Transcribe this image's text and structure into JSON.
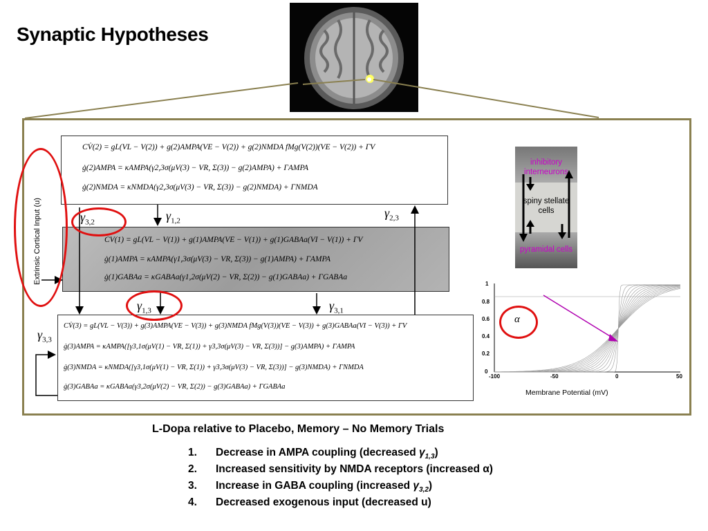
{
  "slide": {
    "title": "Synaptic Hypotheses",
    "input_label": "Extrinsic Cortical Input (u)",
    "populations": {
      "top": "inhibitory interneurons",
      "middle": "spiny stellate cells",
      "bottom": "pyramidal cells"
    },
    "equations": {
      "top": [
        "CV̇(2) = gL(VL − V(2)) + g(2)AMPA(VE − V(2)) + g(2)NMDA fMg(V(2))(VE − V(2)) + ΓV",
        "ġ(2)AMPA = κAMPA(γ2,3σ(μV(3) − VR, Σ(3)) − g(2)AMPA) + ΓAMPA",
        "ġ(2)NMDA = κNMDA(γ2,3σ(μV(3) − VR, Σ(3)) − g(2)NMDA) + ΓNMDA"
      ],
      "middle": [
        "CV(1) = gL(VL − V(1)) + g(1)AMPA(VE − V(1)) + g(1)GABAa(VI − V(1)) + ΓV",
        "ġ(1)AMPA = κAMPA(γ1,3σ(μV(3) − VR, Σ(3)) − g(1)AMPA) + ΓAMPA",
        "ġ(1)GABAa = κGABAa(γ1,2σ(μV(2) − VR, Σ(2)) − g(1)GABAa) + ΓGABAa"
      ],
      "bottom": [
        "CV̇(3) = gL(VL − V(3)) + g(3)AMPA(VE − V(3)) + g(3)NMDA fMg(V(3))(VE − V(3)) + g(3)GABAa(VI − V(3)) + ΓV",
        "ġ(3)AMPA = κAMPA([γ3,1σ(μV(1) − VR, Σ(1)) + γ3,3σ(μV(3) − VR, Σ(3))] − g(3)AMPA) + ΓAMPA",
        "ġ(3)NMDA = κNMDA([γ3,1σ(μV(1) − VR, Σ(1)) + γ3,3σ(μV(3) − VR, Σ(3))] − g(3)NMDA) + ΓNMDA",
        "ġ(3)GABAa = κGABAa(γ3,2σ(μV(2) − VR, Σ(2)) − g(3)GABAa) + ΓGABAa"
      ]
    },
    "couplings": {
      "g32": "3,2",
      "g12": "1,2",
      "g23": "2,3",
      "g13": "1,3",
      "g31": "3,1",
      "g33": "3,3"
    },
    "plot": {
      "xlabel": "Membrane Potential (mV)",
      "xticks": [
        "-100",
        "-50",
        "0",
        "50"
      ],
      "yticks": [
        "0",
        "0.2",
        "0.4",
        "0.6",
        "0.8",
        "1"
      ],
      "alpha_label": "α",
      "xlim": [
        -100,
        50
      ],
      "ylim": [
        0,
        1
      ]
    },
    "results": {
      "heading": "L-Dopa relative to Placebo, Memory – No Memory Trials",
      "items": [
        {
          "num": "1.",
          "text": "Decrease in AMPA coupling (decreased ",
          "sym": "γ",
          "sub": "1,3",
          "tail": ")"
        },
        {
          "num": "2.",
          "text": "Increased sensitivity by NMDA receptors (increased α)",
          "sym": "",
          "sub": "",
          "tail": ""
        },
        {
          "num": "3.",
          "text": "Increase in GABA coupling (increased ",
          "sym": "γ",
          "sub": "3,2",
          "tail": ")"
        },
        {
          "num": "4.",
          "text": "Decreased exogenous input (decreased u)",
          "sym": "",
          "sub": "",
          "tail": ""
        }
      ]
    },
    "colors": {
      "frame": "#8a8050",
      "highlight_ring": "#e01010",
      "arrow": "#b000b0",
      "population_text": "#cc00cc"
    }
  }
}
